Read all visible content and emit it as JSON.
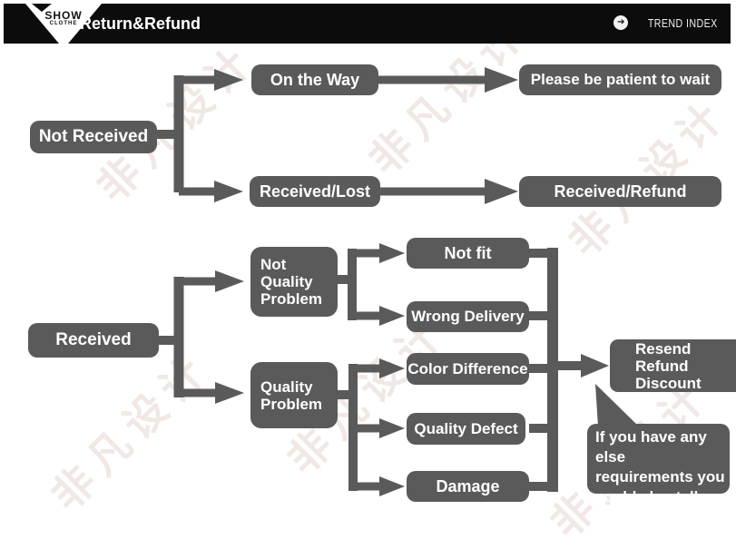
{
  "header": {
    "logo_line1": "SHOW",
    "logo_line2": "CLOTHE",
    "title": "Return&Refund",
    "trend_label": "TREND INDEX"
  },
  "icons": {
    "trend_index_icon": "➔"
  },
  "watermark": {
    "text": "非凡设计"
  },
  "colors": {
    "node_fill": "#5b5a5a",
    "header_bg": "#0c0c0c",
    "node_text": "#ffffff",
    "watermark": "#e2d2cb"
  },
  "flowchart": {
    "nodes": {
      "not_received": "Not Received",
      "on_the_way": "On the Way",
      "received_lost": "Received/Lost",
      "be_patient": "Please be patient to wait",
      "received_refund": "Received/Refund",
      "received": "Received",
      "not_quality_problem": "Not\nQuality\nProblem",
      "quality_problem": "Quality\nProblem",
      "not_fit": "Not fit",
      "wrong_delivery": "Wrong Delivery",
      "color_difference": "Color Difference",
      "quality_defect": "Quality Defect",
      "damage": "Damage",
      "outcome": "Resend\nRefund\nDiscount",
      "note": "If you have any else\nrequirements you\ncould also tell us"
    },
    "edges": [
      {
        "from": "Not Received",
        "to": "On the Way"
      },
      {
        "from": "Not Received",
        "to": "Received/Lost"
      },
      {
        "from": "On the Way",
        "to": "Please be patient to wait"
      },
      {
        "from": "Received/Lost",
        "to": "Received/Refund"
      },
      {
        "from": "Received",
        "to": "Not Quality Problem"
      },
      {
        "from": "Received",
        "to": "Quality Problem"
      },
      {
        "from": "Not Quality Problem",
        "to": "Not fit"
      },
      {
        "from": "Not Quality Problem",
        "to": "Wrong Delivery"
      },
      {
        "from": "Quality Problem",
        "to": "Color Difference"
      },
      {
        "from": "Quality Problem",
        "to": "Quality Defect"
      },
      {
        "from": "Quality Problem",
        "to": "Damage"
      },
      {
        "from": "Not fit",
        "to": "Resend Refund Discount"
      },
      {
        "from": "Wrong Delivery",
        "to": "Resend Refund Discount"
      },
      {
        "from": "Color Difference",
        "to": "Resend Refund Discount"
      },
      {
        "from": "Quality Defect",
        "to": "Resend Refund Discount"
      },
      {
        "from": "Damage",
        "to": "Resend Refund Discount"
      }
    ]
  }
}
